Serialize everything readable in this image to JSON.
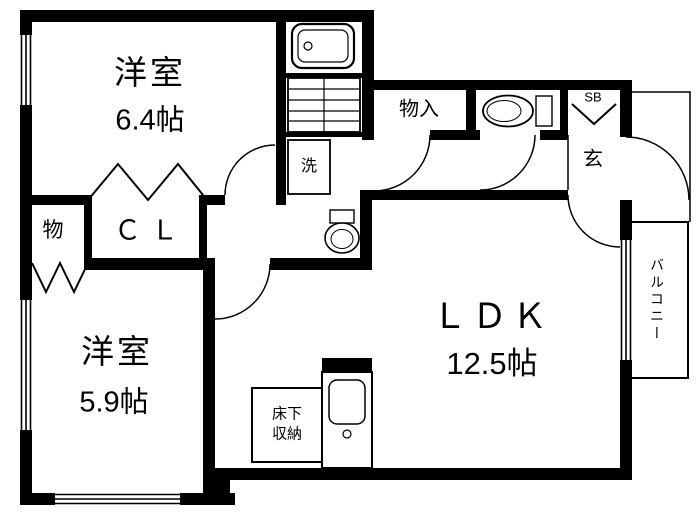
{
  "labels": {
    "room1_name": "洋室",
    "room1_size": "6.4帖",
    "room2_name": "洋室",
    "room2_size": "5.9帖",
    "ldk_name": "ＬＤＫ",
    "ldk_size": "12.5帖",
    "storage_hall": "物入",
    "storage_left": "物",
    "closet": "ＣＬ",
    "shoe_box": "SB",
    "entrance": "玄",
    "laundry": "洗",
    "underfloor_1": "床下",
    "underfloor_2": "収納",
    "balcony": "バルコニー"
  },
  "colors": {
    "wall": "#000000",
    "floor": "#ffffff",
    "line": "#000000"
  }
}
